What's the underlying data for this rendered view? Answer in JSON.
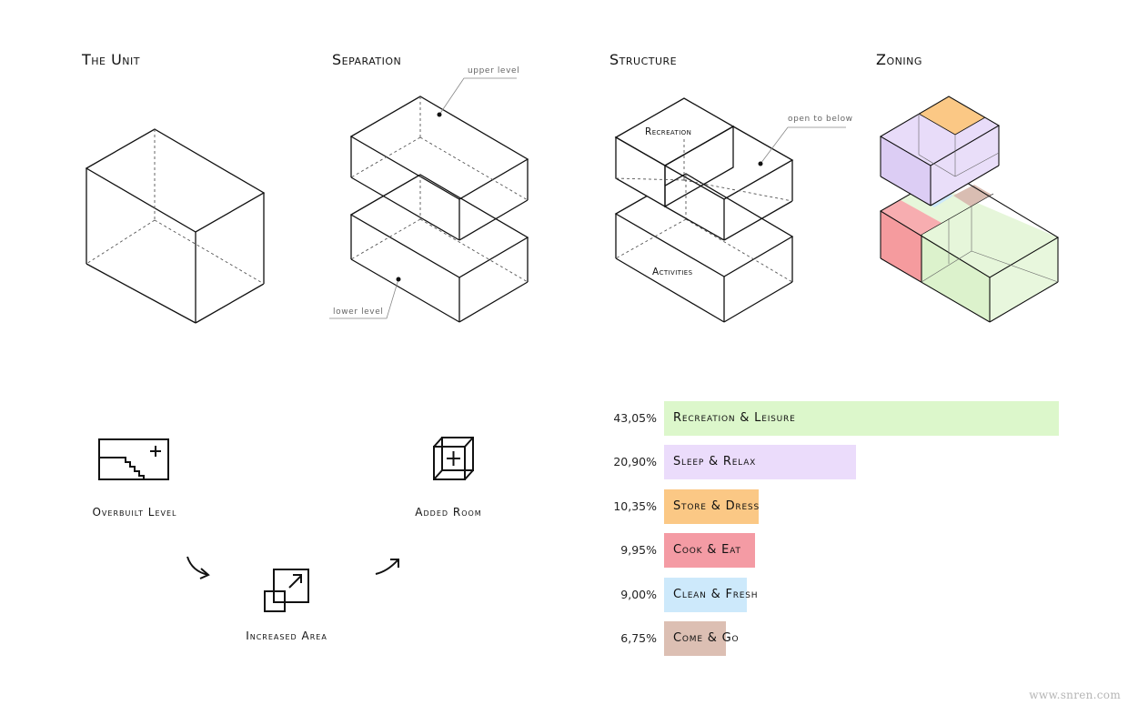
{
  "titles": {
    "unit": "The Unit",
    "separation": "Separation",
    "structure": "Structure",
    "zoning": "Zoning"
  },
  "annotations": {
    "upper_level": "upper level",
    "lower_level": "lower level",
    "open_to_below": "open to below",
    "recreation": "Recreation",
    "activities": "Activities"
  },
  "icons": {
    "overbuilt_level": "Overbuilt Level",
    "increased_area": "Increased Area",
    "added_room": "Added Room"
  },
  "chart_data": {
    "type": "bar",
    "orientation": "horizontal",
    "xlim": [
      0,
      43.05
    ],
    "bars": [
      {
        "label": "Recreation & Leisure",
        "pct_text": "43,05%",
        "value": 43.05,
        "color": "#dcf7cb"
      },
      {
        "label": "Sleep & Relax",
        "pct_text": "20,90%",
        "value": 20.9,
        "color": "#ebdcfb"
      },
      {
        "label": "Store & Dress",
        "pct_text": "10,35%",
        "value": 10.35,
        "color": "#fbc885"
      },
      {
        "label": "Cook & Eat",
        "pct_text": "9,95%",
        "value": 9.95,
        "color": "#f49ba4"
      },
      {
        "label": "Clean & Fresh",
        "pct_text": "9,00%",
        "value": 9.0,
        "color": "#cde9fb"
      },
      {
        "label": "Come & Go",
        "pct_text": "6,75%",
        "value": 6.75,
        "color": "#dcbfb3"
      }
    ]
  },
  "colors": {
    "purple": "#e2d6f7",
    "orange": "#fbc885",
    "red": "#f59b9e",
    "blue": "#cde9fb",
    "brown": "#d9bdb2",
    "green": "#dff5d0"
  },
  "watermark": "www.snren.com"
}
